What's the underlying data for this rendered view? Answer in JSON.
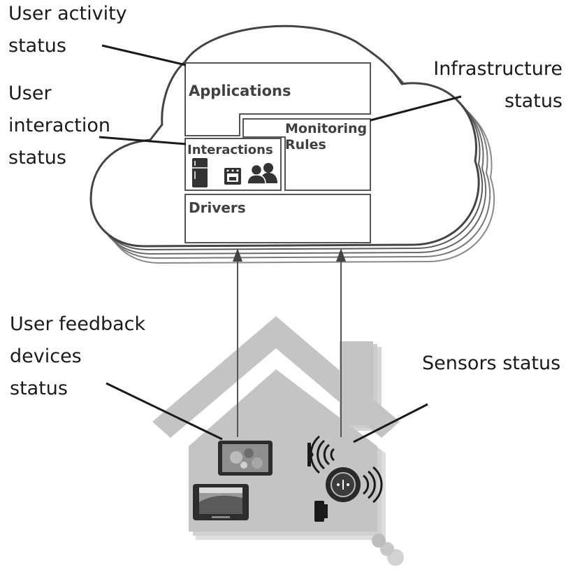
{
  "callouts": {
    "user_activity": "User activity\nstatus",
    "user_interaction": "User\ninteraction\nstatus",
    "infrastructure": "Infrastructure\nstatus",
    "user_feedback": "User feedback\ndevices\nstatus",
    "sensors": "Sensors status"
  },
  "blocks": {
    "applications": "Applications",
    "monitoring_line1": "Monitoring",
    "monitoring_line2": "Rules",
    "interactions": "Interactions",
    "drivers": "Drivers"
  },
  "icons": {
    "interactions": [
      "refrigerator-icon",
      "oven-icon",
      "users-icon"
    ],
    "sensors": [
      "wifi-signal-icon",
      "round-sensor-icon",
      "door-sensor-icon"
    ],
    "feedback_devices": [
      "tablet-icon",
      "tablet-icon"
    ]
  },
  "colors": {
    "house": "#c4c4c4",
    "house_shadow": "#d6d6d6",
    "outline": "#555555",
    "text": "#1a1a1a"
  }
}
